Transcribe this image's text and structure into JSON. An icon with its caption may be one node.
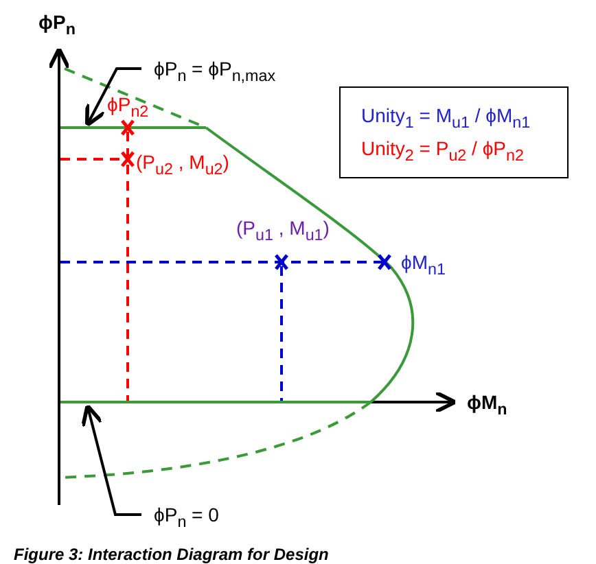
{
  "diagram": {
    "caption": "Figure 3: Interaction Diagram for Design",
    "nodes": [
      {
        "text": [
          "ϕP$_{n}$ = ϕP$_{n,max}$"
        ]
      },
      {
        "text": [
          "ϕP$_{n}$ = 0"
        ]
      },
      {
        "text": [
          "Unity$_{1}$ = M$_{u1}$ / ϕM$_{n1}$",
          "Unity$_{2}$ = P$_{u2}$ / ϕP$_{n2}$"
        ]
      },
      {
        "text": [],
        "shape": "line"
      },
      {
        "text": [],
        "shape": "line"
      }
    ],
    "edges": [
      {
        "from": 0,
        "to": 3,
        "arrow": "to"
      },
      {
        "from": 1,
        "to": 4,
        "arrow": "to"
      }
    ],
    "labels": [
      "ϕP$_{n}$",
      "ϕP$_{n2}$",
      "(P$_{u2}$ , M$_{u2}$)",
      "(P$_{u1}$ , M$_{u1}$)",
      "ϕM$_{n1}$",
      "ϕM$_{n}$"
    ]
  }
}
